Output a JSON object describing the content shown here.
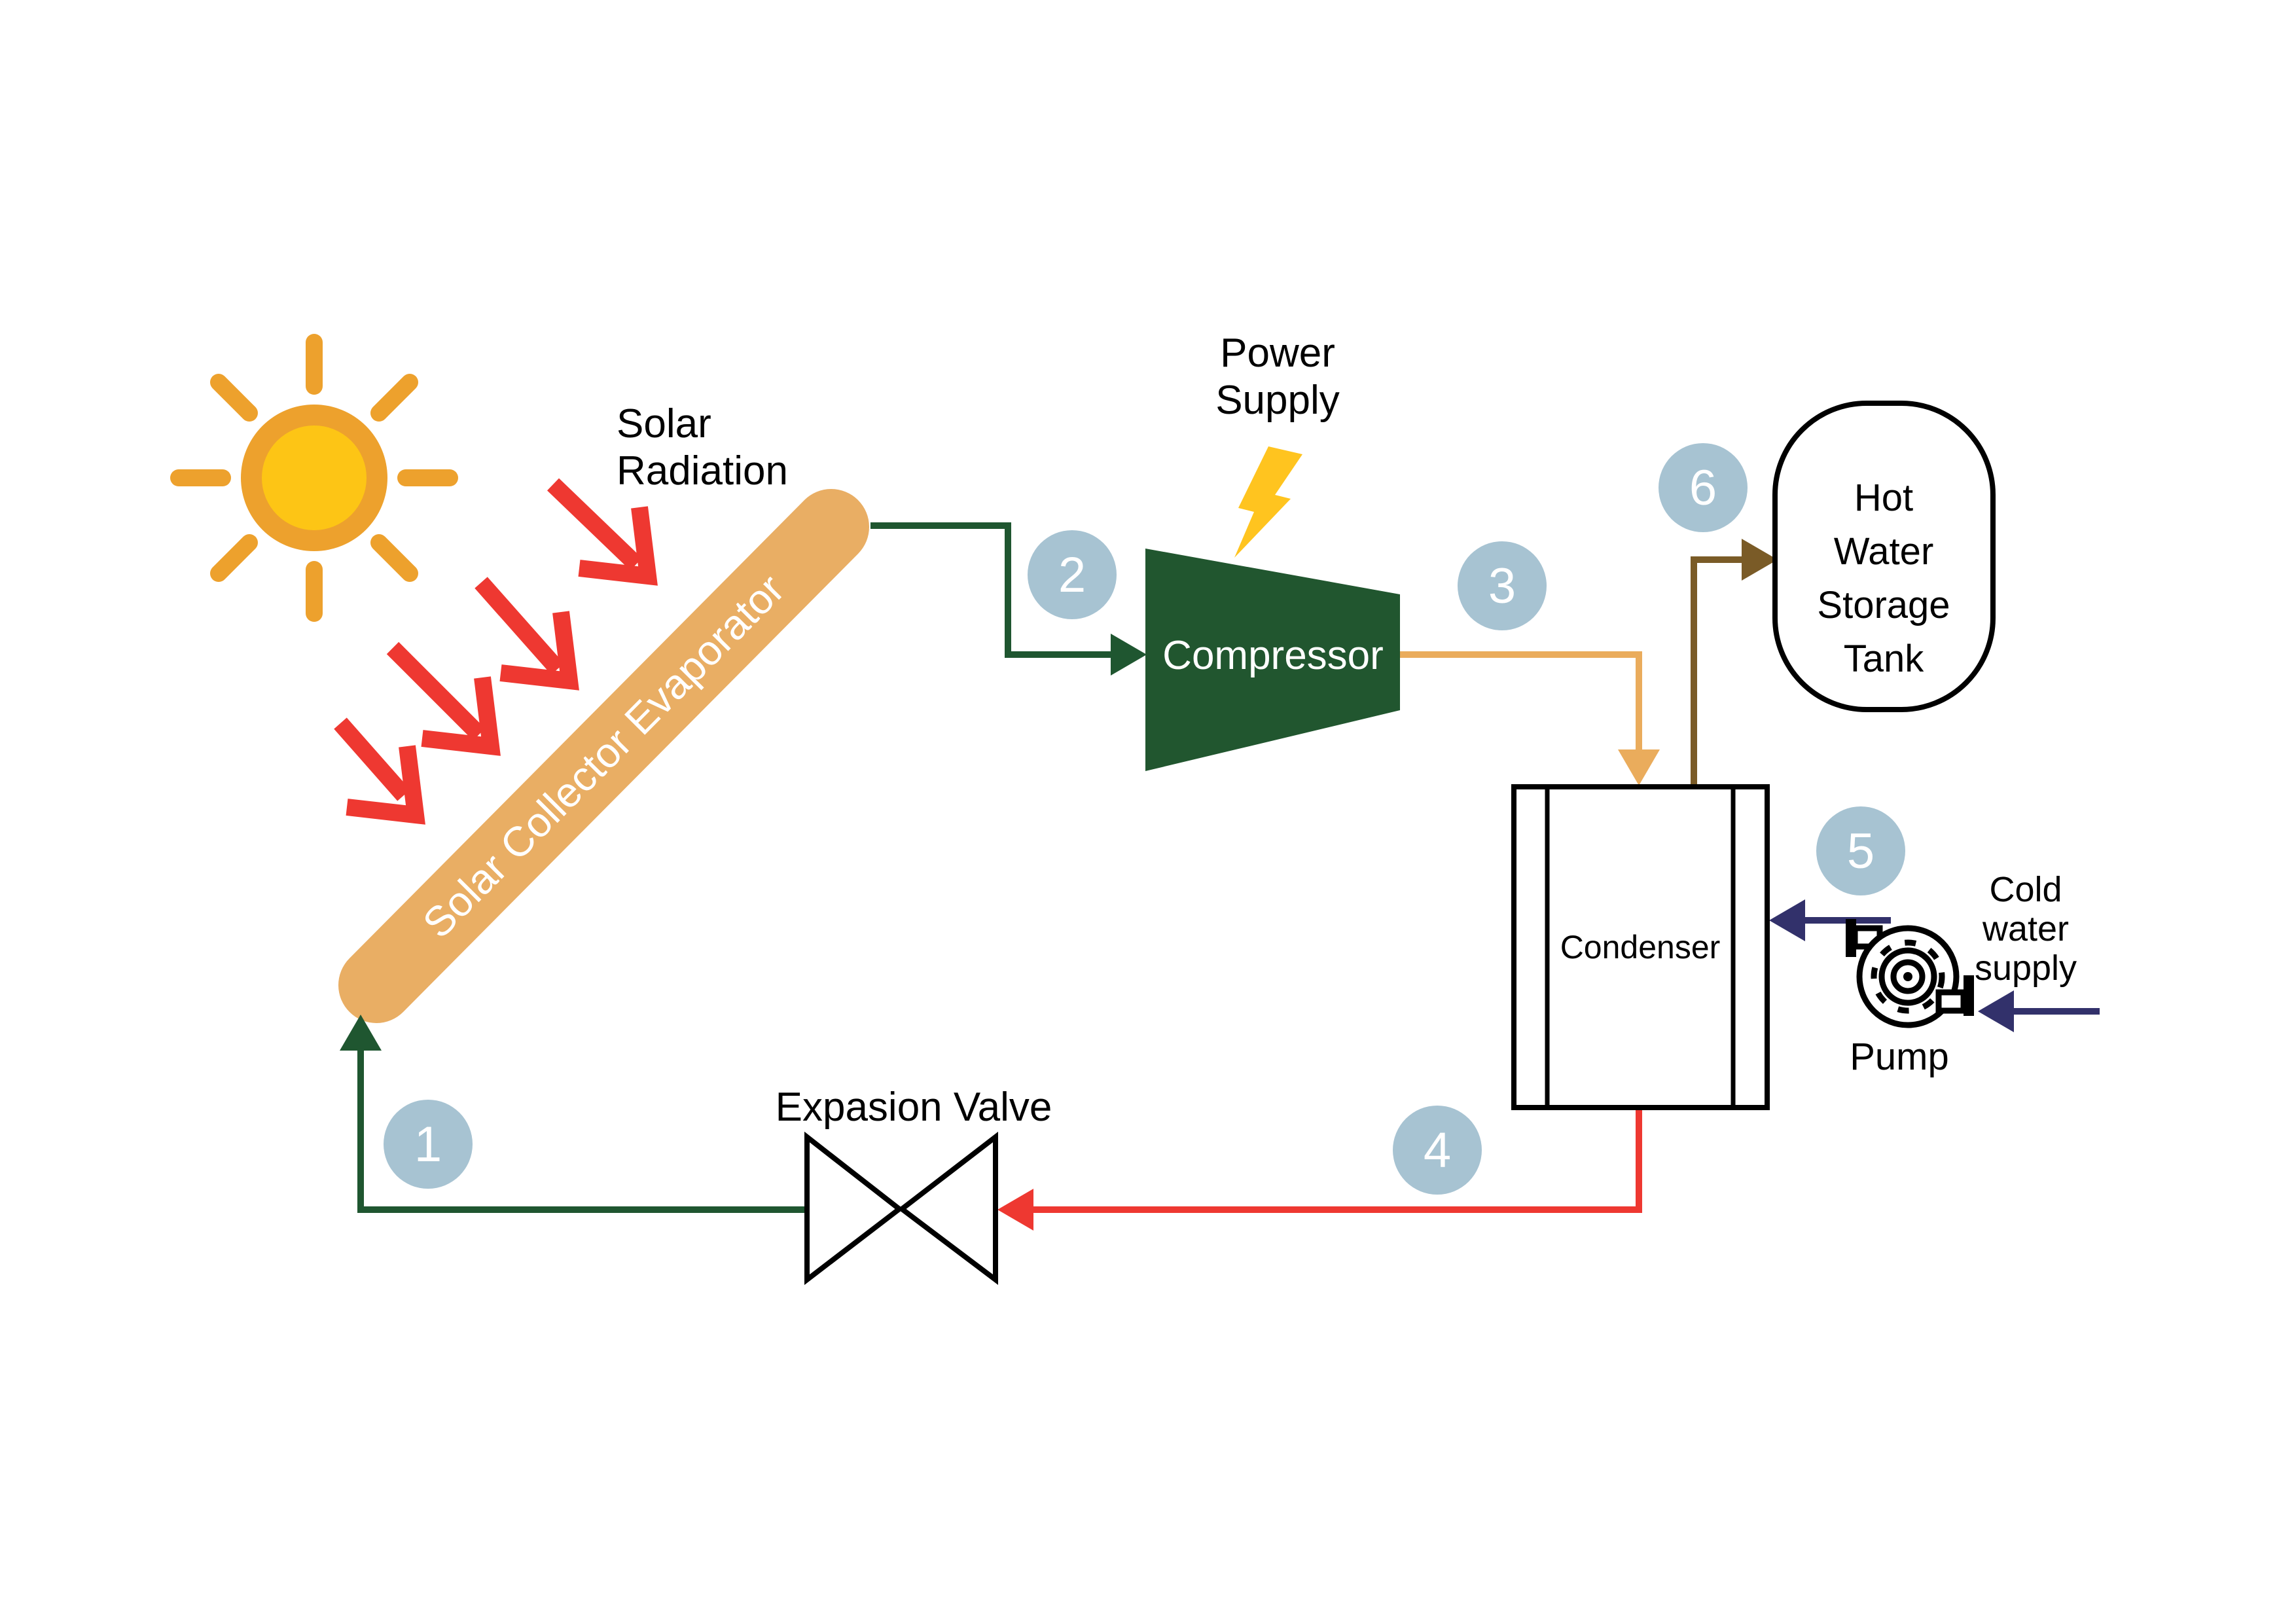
{
  "diagram": {
    "labels": {
      "solar_radiation": [
        "Solar",
        "Radiation"
      ],
      "collector": "Solar Collector Evaporator",
      "power_supply": [
        "Power",
        "Supply"
      ],
      "compressor": "Compressor",
      "condenser": "Condenser",
      "tank": [
        "Hot",
        "Water",
        "Storage",
        "Tank"
      ],
      "expansion_valve": "Expasion Valve",
      "pump": "Pump",
      "cold_water_supply": [
        "Cold",
        "water",
        "supply"
      ]
    },
    "stations": [
      {
        "label": "1"
      },
      {
        "label": "2"
      },
      {
        "label": "3"
      },
      {
        "label": "4"
      },
      {
        "label": "5"
      },
      {
        "label": "6"
      }
    ],
    "icons": [
      "sun-icon",
      "lightning-bolt-icon",
      "pump-icon",
      "valve-icon"
    ],
    "colors": {
      "line_green": "#1F5630",
      "compressor_green": "#21562F",
      "line_orange": "#EAAC5C",
      "line_red": "#EE3831",
      "line_navy": "#32316B",
      "line_brown": "#7A5B27",
      "badge_blue": "#A7C3D2",
      "bolt_yellow": "#FFC41F",
      "collector_orange": "#E9AE64",
      "sun_ray_orange": "#EDA12D",
      "sun_core_yellow": "#FDC515",
      "ink": "#000000",
      "label_white": "#FFFFFF"
    }
  }
}
